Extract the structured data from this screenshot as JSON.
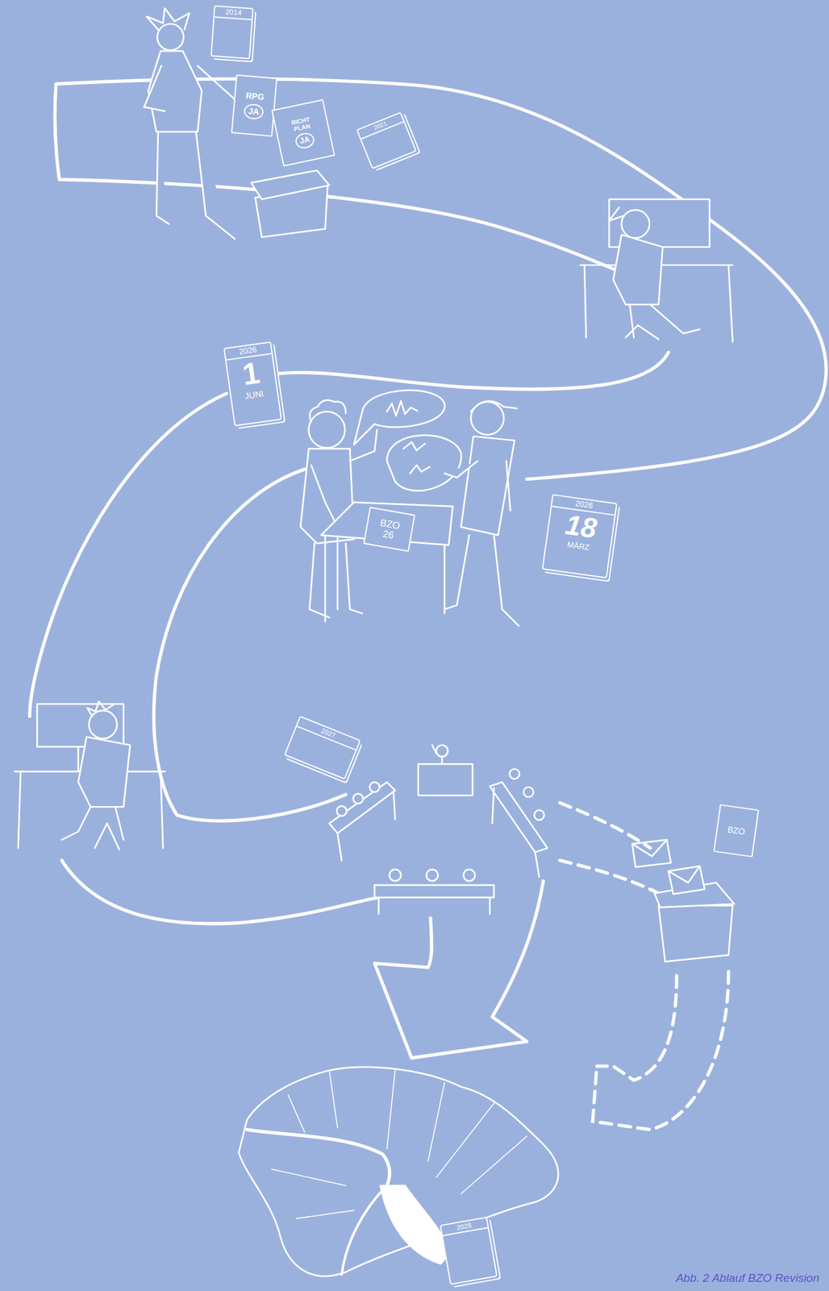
{
  "diagram": {
    "caption": "Abb. 2 Ablauf BZO Revision",
    "nodes": [
      {
        "text": [
          "2014"
        ]
      },
      {
        "text": [
          "RPG",
          "JA"
        ]
      },
      {
        "text": [
          "RICHT PLAN",
          "JA"
        ]
      },
      {
        "text": [
          "2021"
        ]
      },
      {
        "text": [
          "2026",
          "1",
          "JUNI"
        ]
      },
      {
        "text": [
          "BZO 26"
        ]
      },
      {
        "text": [
          "2026",
          "18",
          "MÄRZ"
        ]
      },
      {
        "text": [
          "2027"
        ]
      },
      {
        "text": [
          "BZO"
        ]
      },
      {
        "text": [
          "2028"
        ]
      }
    ]
  }
}
